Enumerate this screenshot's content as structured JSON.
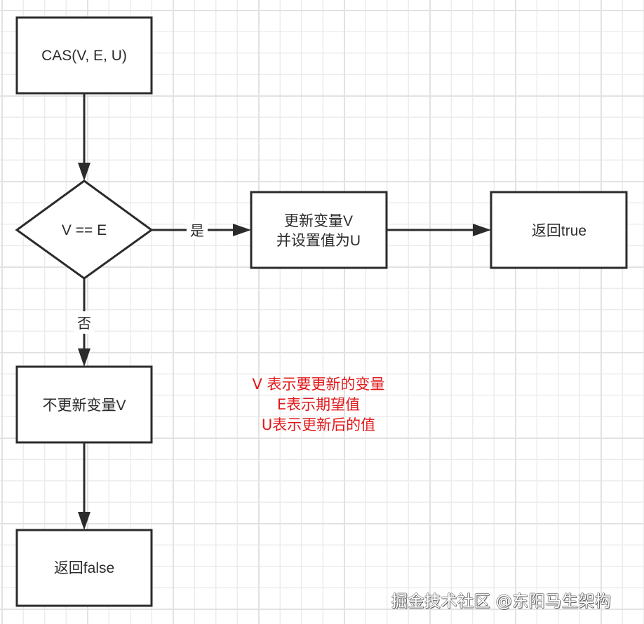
{
  "diagram": {
    "nodes": {
      "start": {
        "label": "CAS(V, E, U)",
        "shape": "process"
      },
      "decision": {
        "label": "V == E",
        "shape": "decision"
      },
      "update": {
        "line1": "更新变量V",
        "line2": "并设置值为U",
        "shape": "process"
      },
      "return_true": {
        "label": "返回true",
        "shape": "process"
      },
      "no_update": {
        "label": "不更新变量V",
        "shape": "process"
      },
      "return_false": {
        "label": "返回false",
        "shape": "process"
      }
    },
    "edges": [
      {
        "from": "start",
        "to": "decision",
        "label": ""
      },
      {
        "from": "decision",
        "to": "update",
        "label": "是"
      },
      {
        "from": "update",
        "to": "return_true",
        "label": ""
      },
      {
        "from": "decision",
        "to": "no_update",
        "label": "否"
      },
      {
        "from": "no_update",
        "to": "return_false",
        "label": ""
      }
    ],
    "edge_labels": {
      "yes": "是",
      "no": "否"
    },
    "note": {
      "lines": [
        "V 表示要更新的变量",
        "E表示期望值",
        "U表示更新后的值"
      ],
      "color": "#e0191b"
    }
  },
  "watermark": "掘金技术社区 @东阳马生架构",
  "colors": {
    "stroke": "#2b2b2b",
    "note": "#e0191b",
    "grid": "#e6e6e6",
    "background": "#ffffff"
  }
}
